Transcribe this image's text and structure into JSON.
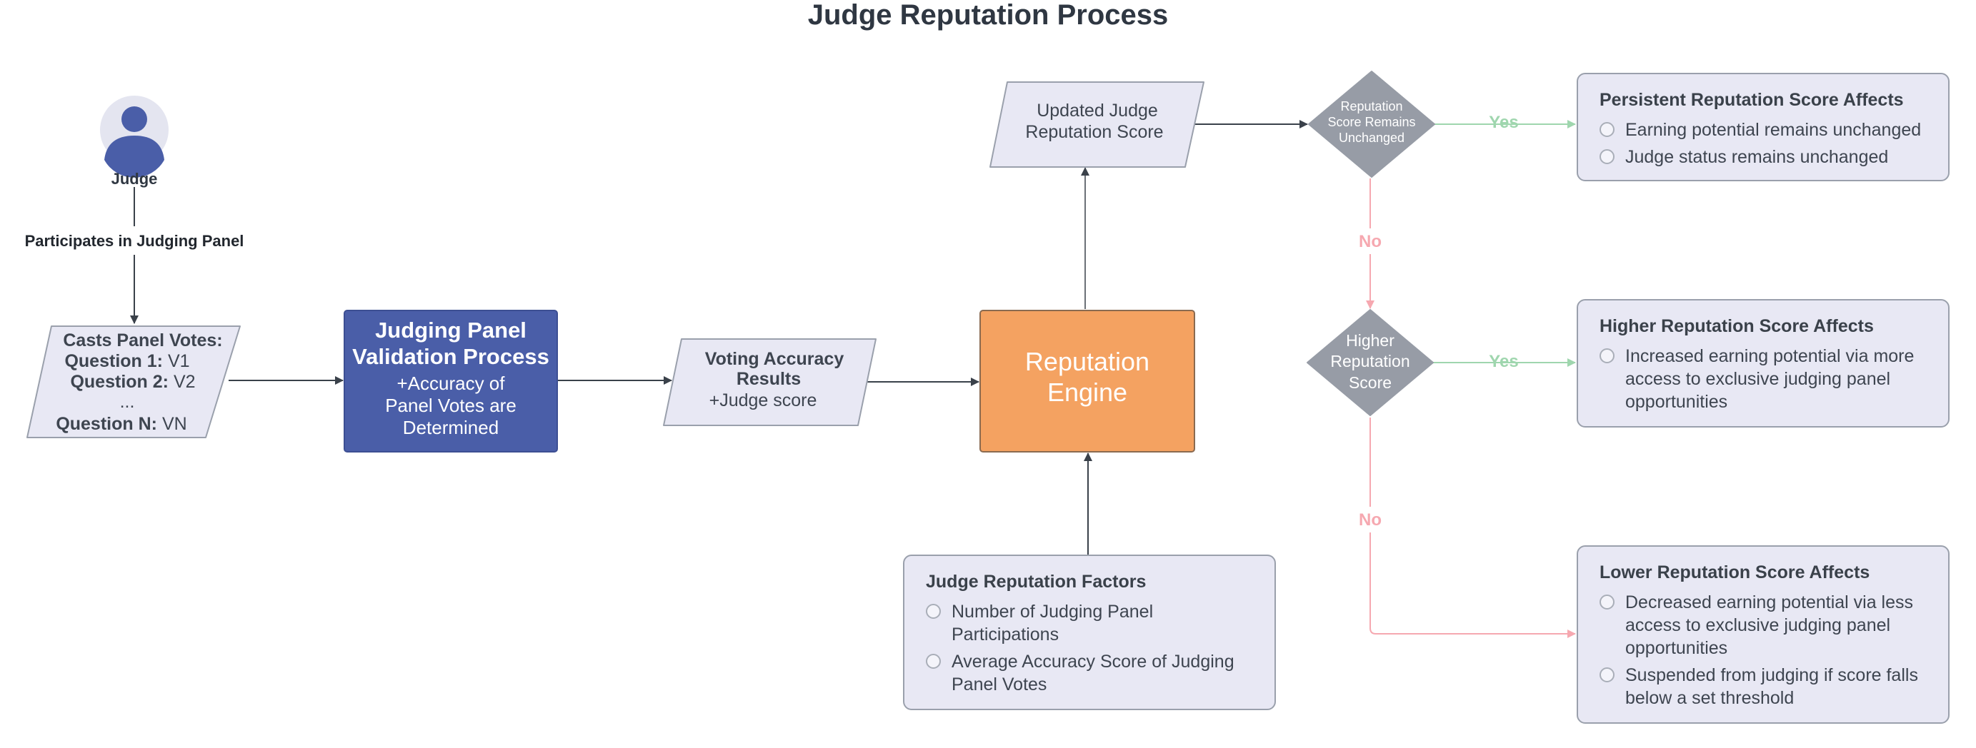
{
  "title": "Judge Reputation Process",
  "judge": {
    "label": "Judge",
    "edge_label": "Participates in Judging Panel"
  },
  "panel_votes": {
    "heading": "Casts Panel Votes:",
    "rows": [
      {
        "key": "Question 1:",
        "value": "V1"
      },
      {
        "key": "Question 2:",
        "value": "V2"
      },
      {
        "key": "",
        "value": "..."
      },
      {
        "key": "Question N:",
        "value": "VN"
      }
    ]
  },
  "validation": {
    "line1": "Judging Panel",
    "line2": "Validation Process",
    "sub1": "+Accuracy of",
    "sub2": "Panel Votes are",
    "sub3": "Determined"
  },
  "voting_results": {
    "line1": "Voting Accuracy",
    "line2": "Results",
    "sub": "+Judge score"
  },
  "engine": {
    "line1": "Reputation",
    "line2": "Engine"
  },
  "updated_score": {
    "line1": "Updated Judge",
    "line2": "Reputation Score"
  },
  "decision_unchanged": {
    "line1": "Reputation",
    "line2": "Score Remains",
    "line3": "Unchanged"
  },
  "decision_higher": {
    "line1": "Higher",
    "line2": "Reputation",
    "line3": "Score"
  },
  "edge_labels": {
    "yes": "Yes",
    "no": "No"
  },
  "factors": {
    "heading": "Judge Reputation Factors",
    "items": [
      "Number of Judging Panel Participations",
      "Average Accuracy Score of Judging Panel Votes"
    ]
  },
  "persistent": {
    "heading": "Persistent Reputation Score Affects",
    "items": [
      "Earning potential remains unchanged",
      "Judge status remains unchanged"
    ]
  },
  "higher": {
    "heading": "Higher Reputation Score Affects",
    "items": [
      "Increased earning potential via more access to exclusive judging panel opportunities"
    ]
  },
  "lower": {
    "heading": "Lower Reputation Score Affects",
    "items": [
      "Decreased earning potential via less access to exclusive judging panel opportunities",
      "Suspended from judging if score falls below a set threshold"
    ]
  },
  "colors": {
    "node_fill": "#e8e8f4",
    "node_stroke": "#9aa0ac",
    "validation_fill": "#4a5ea8",
    "engine_fill": "#f4a261",
    "decision_fill": "#979ca6",
    "judge_icon": "#4a5ea8",
    "judge_circle": "#e4e5f0",
    "yes_color": "#9fd6ae",
    "no_color": "#f6a8b0",
    "arrow": "#3a414a"
  }
}
